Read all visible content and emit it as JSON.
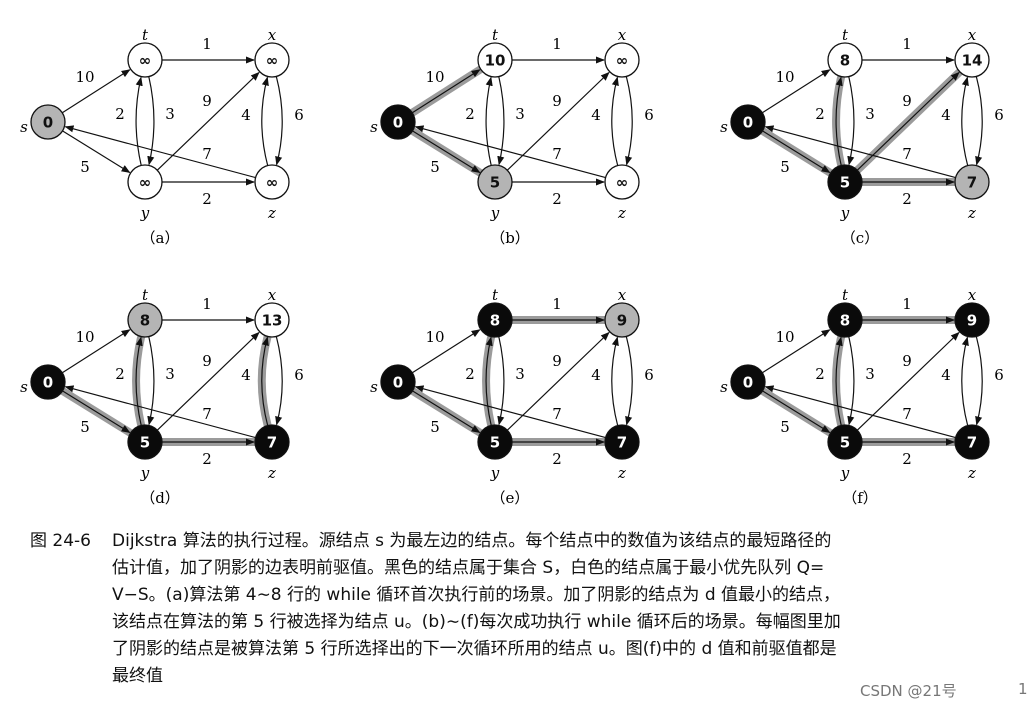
{
  "nodes": [
    {
      "id": "s",
      "name": "s"
    },
    {
      "id": "t",
      "name": "t"
    },
    {
      "id": "x",
      "name": "x"
    },
    {
      "id": "y",
      "name": "y"
    },
    {
      "id": "z",
      "name": "z"
    }
  ],
  "edges": [
    {
      "from": "s",
      "to": "t",
      "weight": "10"
    },
    {
      "from": "s",
      "to": "y",
      "weight": "5"
    },
    {
      "from": "t",
      "to": "x",
      "weight": "1"
    },
    {
      "from": "t",
      "to": "y",
      "weight": "2"
    },
    {
      "from": "y",
      "to": "t",
      "weight": "3"
    },
    {
      "from": "y",
      "to": "x",
      "weight": "9"
    },
    {
      "from": "y",
      "to": "z",
      "weight": "2"
    },
    {
      "from": "z",
      "to": "s",
      "weight": "7"
    },
    {
      "from": "z",
      "to": "x",
      "weight": "6"
    },
    {
      "from": "x",
      "to": "z",
      "weight": "4"
    }
  ],
  "colors": {
    "white_node": "#ffffff",
    "gray_node": "#b4b4b4",
    "black_node": "#0a0a0a",
    "shaded_edge": "#8a8a8a",
    "edge": "#111111"
  },
  "panels": [
    {
      "label": "（a）",
      "d": {
        "s": "0",
        "t": "∞",
        "x": "∞",
        "y": "∞",
        "z": "∞"
      },
      "state": {
        "s": "gray",
        "t": "white",
        "x": "white",
        "y": "white",
        "z": "white"
      },
      "shaded": []
    },
    {
      "label": "（b）",
      "d": {
        "s": "0",
        "t": "10",
        "x": "∞",
        "y": "5",
        "z": "∞"
      },
      "state": {
        "s": "black",
        "t": "white",
        "x": "white",
        "y": "gray",
        "z": "white"
      },
      "shaded": [
        "s-t",
        "s-y"
      ]
    },
    {
      "label": "（c）",
      "d": {
        "s": "0",
        "t": "8",
        "x": "14",
        "y": "5",
        "z": "7"
      },
      "state": {
        "s": "black",
        "t": "white",
        "x": "white",
        "y": "black",
        "z": "gray"
      },
      "shaded": [
        "s-y",
        "y-t",
        "y-x",
        "y-z"
      ]
    },
    {
      "label": "（d）",
      "d": {
        "s": "0",
        "t": "8",
        "x": "13",
        "y": "5",
        "z": "7"
      },
      "state": {
        "s": "black",
        "t": "gray",
        "x": "white",
        "y": "black",
        "z": "black"
      },
      "shaded": [
        "s-y",
        "y-t",
        "y-z",
        "z-x"
      ]
    },
    {
      "label": "（e）",
      "d": {
        "s": "0",
        "t": "8",
        "x": "9",
        "y": "5",
        "z": "7"
      },
      "state": {
        "s": "black",
        "t": "black",
        "x": "gray",
        "y": "black",
        "z": "black"
      },
      "shaded": [
        "s-y",
        "y-t",
        "y-z",
        "t-x"
      ]
    },
    {
      "label": "（f）",
      "d": {
        "s": "0",
        "t": "8",
        "x": "9",
        "y": "5",
        "z": "7"
      },
      "state": {
        "s": "black",
        "t": "black",
        "x": "black",
        "y": "black",
        "z": "black"
      },
      "shaded": [
        "s-y",
        "y-t",
        "y-z",
        "t-x"
      ]
    }
  ],
  "caption": {
    "figure_number": "图 24-6",
    "lines": [
      "Dijkstra 算法的执行过程。源结点 s 为最左边的结点。每个结点中的数值为该结点的最短路径的",
      "估计值，加了阴影的边表明前驱值。黑色的结点属于集合 S，白色的结点属于最小优先队列 Q=",
      "V−S。(a)算法第 4∼8 行的 while 循环首次执行前的场景。加了阴影的结点为 d 值最小的结点，",
      "该结点在算法的第 5 行被选择为结点 u。(b)∼(f)每次成功执行 while 循环后的场景。每幅图里加",
      "了阴影的结点是被算法第 5 行所选择出的下一次循环所用的结点 u。图(f)中的 d 值和前驱值都是",
      "最终值"
    ]
  },
  "watermark": "CSDN @21号",
  "page_number": "1"
}
